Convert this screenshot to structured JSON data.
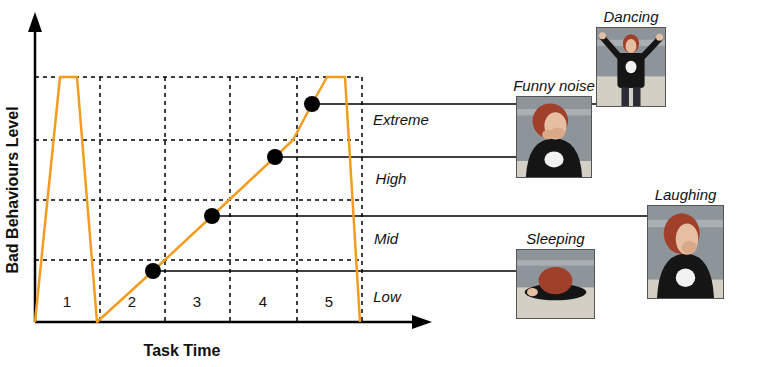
{
  "diagram": {
    "nodes": [
      {
        "text": [
          "Dancing"
        ]
      },
      {
        "text": [
          "Funny noise"
        ]
      },
      {
        "text": [
          "Laughing"
        ]
      },
      {
        "text": [
          "Sleeping"
        ]
      }
    ],
    "labels": [
      "Bad Behaviours Level",
      "Task Time",
      "1",
      "2",
      "3",
      "4",
      "5",
      "Extreme",
      "High",
      "Mid",
      "Low"
    ]
  }
}
